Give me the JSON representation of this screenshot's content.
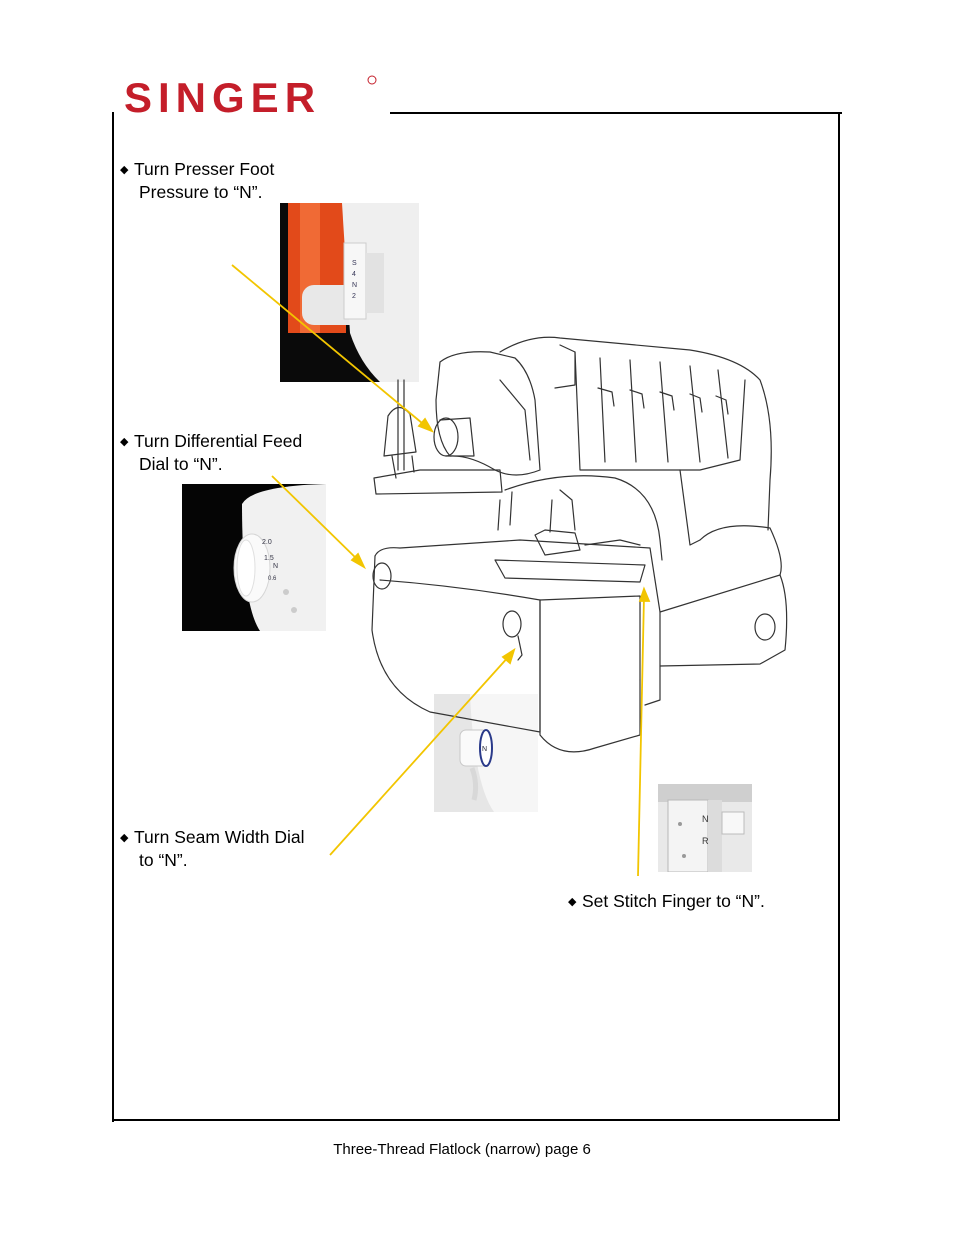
{
  "brand": {
    "logo_text": "SINGER",
    "color": "#c41e2a"
  },
  "instructions": [
    {
      "line1": "Turn Presser Foot",
      "line2": "Pressure to “N”."
    },
    {
      "line1": "Turn Differential Feed",
      "line2": "Dial to “N”."
    },
    {
      "line1": "Turn Seam Width Dial",
      "line2": "to “N”."
    },
    {
      "line1": "Set Stitch Finger to “N”.",
      "line2": ""
    }
  ],
  "photo_labels": {
    "pressure_dial": [
      "S",
      "4",
      "N",
      "2"
    ],
    "feed_dial": [
      "2.0",
      "1.5",
      "N",
      "0.6"
    ],
    "seam_dial": "N",
    "stitch_finger": [
      "N",
      "R"
    ]
  },
  "colors": {
    "arrow": "#f2c500"
  },
  "footer": {
    "text": "Three-Thread Flatlock (narrow) page 6"
  }
}
